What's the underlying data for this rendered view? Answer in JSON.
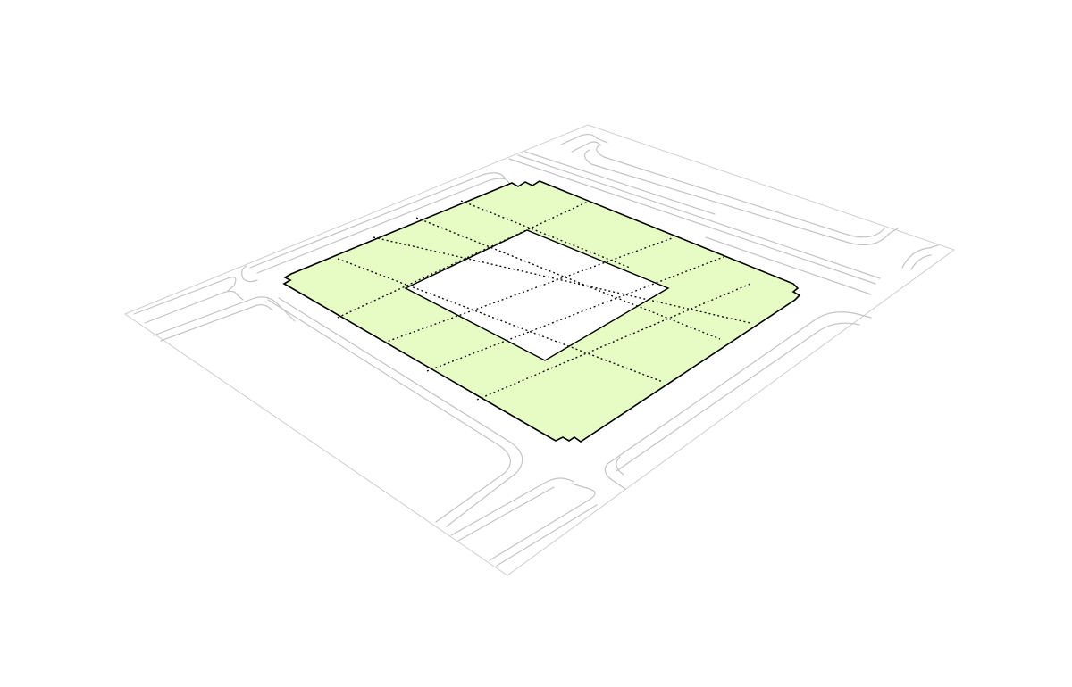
{
  "diagram": {
    "kind": "isometric site plan",
    "grid": {
      "rows": 5,
      "cols": 5,
      "cell_count": 25,
      "green_ring_cells": 16,
      "white_center_cells": 9
    },
    "colors": {
      "background": "#ffffff",
      "plot_fill": "#e6fcc4",
      "center_fill": "#ffffff",
      "plot_outline": "#000000",
      "grid_lines": "#111111",
      "street_lines": "#c4c4c4"
    },
    "labels": []
  }
}
